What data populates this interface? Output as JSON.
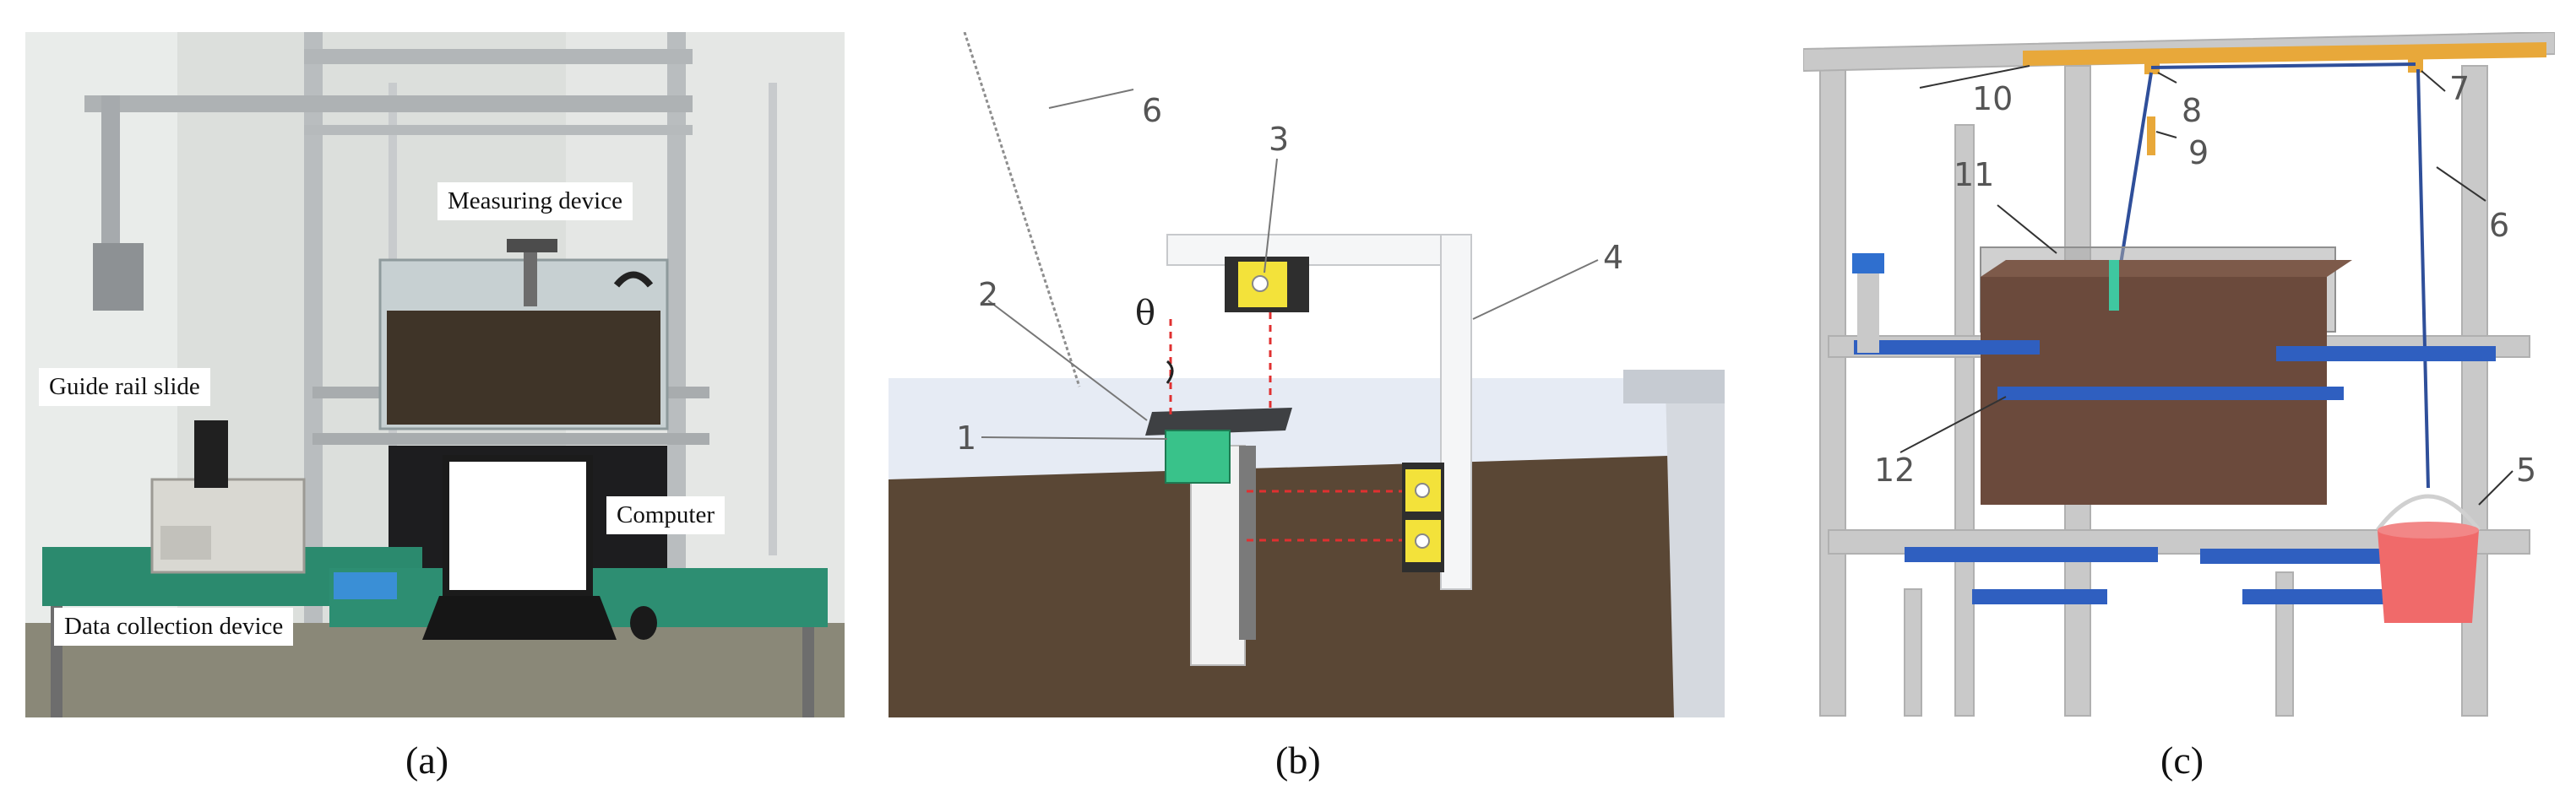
{
  "panels": {
    "a": {
      "caption": "(a)",
      "labels": {
        "measuring_device": "Measuring device",
        "guide_rail_slide": "Guide rail slide",
        "computer": "Computer",
        "data_collection_device": "Data collection device"
      }
    },
    "b": {
      "caption": "(b)",
      "numbers": [
        "1",
        "2",
        "3",
        "4",
        "6"
      ],
      "angle_symbol": "θ"
    },
    "c": {
      "caption": "(c)",
      "numbers": [
        "5",
        "6",
        "7",
        "8",
        "9",
        "10",
        "11",
        "12"
      ]
    }
  },
  "colors": {
    "soil": "#5a4735",
    "frame": "#c9c9c9",
    "rail": "#e8a83a",
    "beam": "#2f5fc0",
    "bucket": "#f06a6a",
    "sensor": "#f3e23a",
    "probe": "#39c28a",
    "guide_line": "#e03030",
    "bench": "#2b8a6e"
  }
}
